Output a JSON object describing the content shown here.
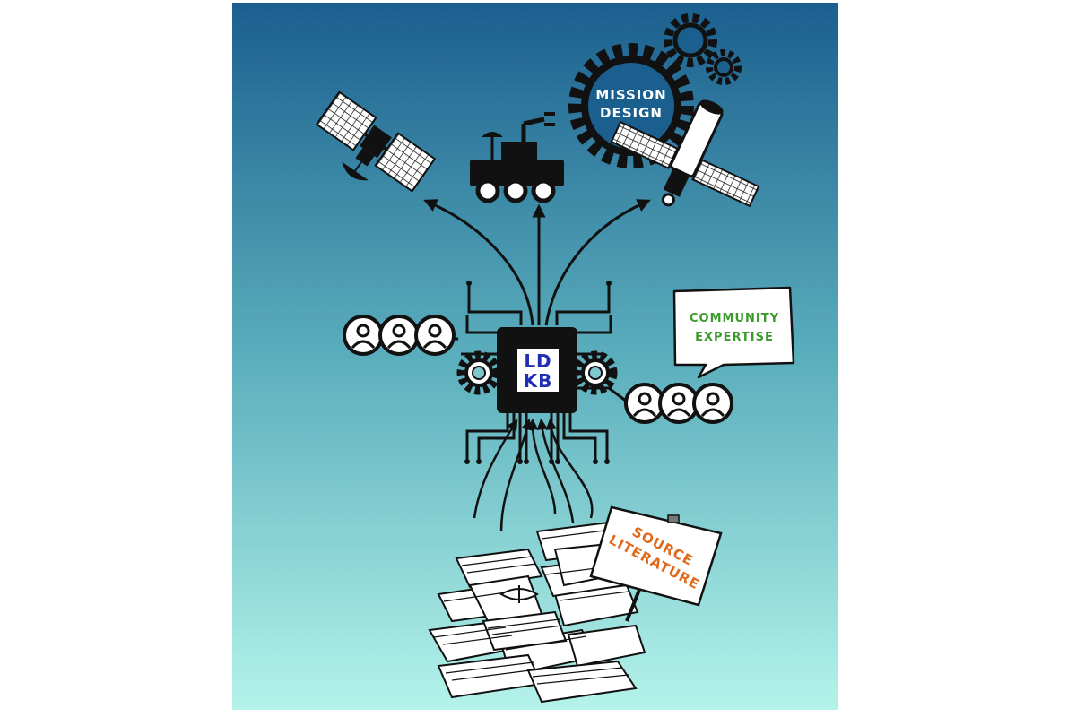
{
  "diagram": {
    "hub_label_line1": "LD",
    "hub_label_line2": "KB",
    "mission_line1": "MISSION",
    "mission_line2": "DESIGN",
    "community_line1": "COMMUNITY",
    "community_line2": "EXPERTISE",
    "sign_line1": "SOURCE",
    "sign_line2": "LITERATURE",
    "colors": {
      "bg_top": "#1b5f8f",
      "bg_bottom": "#b4f3ea",
      "ink": "#111111",
      "hub_text": "#1f2fb4",
      "community_text": "#3c9a2d",
      "sign_text": "#e06a1b"
    },
    "icons": [
      "satellite-icon",
      "rover-icon",
      "gears-icon",
      "space-telescope-icon",
      "people-icon",
      "gear-icon",
      "books-icon"
    ]
  }
}
